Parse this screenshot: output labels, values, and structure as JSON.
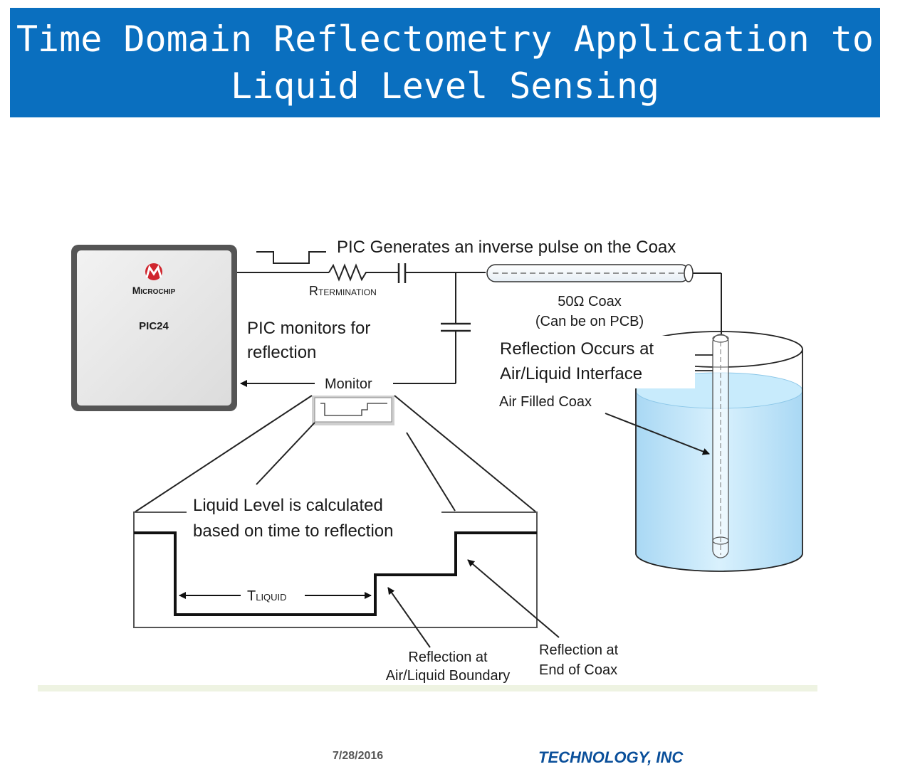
{
  "slide": {
    "title_line1": "Time Domain Reflectometry Application to",
    "title_line2": "Liquid Level Sensing"
  },
  "diagram": {
    "chip_brand": "Microchip",
    "chip_model": "PIC24",
    "pulse_caption": "PIC Generates an inverse pulse on the Coax",
    "resistor_label": "R",
    "resistor_subscript": "TERMINATION",
    "coax_label_line1": "50Ω Coax",
    "coax_label_line2": "(Can be on PCB)",
    "monitor_caption_line1": "PIC monitors for",
    "monitor_caption_line2": "reflection",
    "monitor_label": "Monitor",
    "reflection_note_line1": "Reflection Occurs at",
    "reflection_note_line2": "Air/Liquid Interface",
    "air_coax_label": "Air Filled Coax",
    "calc_note_line1": "Liquid Level is calculated",
    "calc_note_line2": "based on time to reflection",
    "tliquid_label": "T",
    "tliquid_subscript": "LIQUID",
    "boundary_label_line1": "Reflection at",
    "boundary_label_line2": "Air/Liquid Boundary",
    "end_label_line1": "Reflection at",
    "end_label_line2": "End of Coax"
  },
  "footer": {
    "date": "7/28/2016",
    "company": "TECHNOLOGY, INC"
  },
  "colors": {
    "title_bg": "#0a6fbf",
    "liquid": "#bfe6fb",
    "company_text": "#0a4f9a"
  }
}
